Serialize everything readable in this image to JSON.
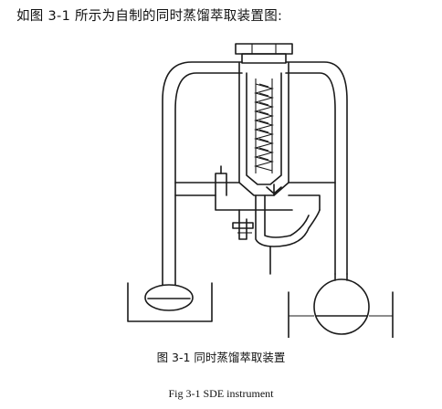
{
  "intro_text": "如图 3-1 所示为自制的同时蒸馏萃取装置图:",
  "figure": {
    "caption_cn": "图 3-1  同时蒸馏萃取装置",
    "caption_en": "Fig 3-1 SDE instrument"
  }
}
